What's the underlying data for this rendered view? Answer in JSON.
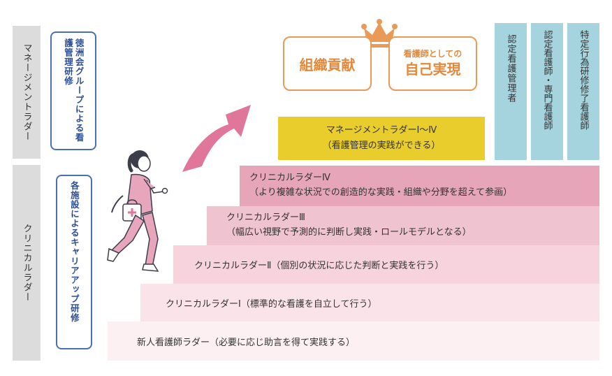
{
  "left_labels": {
    "management": "マネージメントラダー",
    "clinical": "クリニカルラダー"
  },
  "left_programs": {
    "group_training": "徳洲会グループによる看護管理研修",
    "facility_training": "各施設によるキャリアアップ研修"
  },
  "goals": {
    "contribution": "組織貢献",
    "self_small": "看護師としての",
    "self_large": "自己実現"
  },
  "management_ladder": {
    "line1": "マネージメントラダーⅠ〜Ⅳ",
    "line2": "（看護管理の実践ができる）"
  },
  "certifications": [
    "認定看護管理者",
    "認定看護師・専門看護師",
    "特定行為研修修了看護師"
  ],
  "steps": {
    "ladder4_title": "クリニカルラダーⅣ",
    "ladder4_desc": "（より複雑な状況での創造的な実践・組織や分野を超えて参画）",
    "ladder3_title": "クリニカルラダーⅢ",
    "ladder3_desc": "（幅広い視野で予測的に判断し実践・ロールモデルとなる）",
    "ladder2": "クリニカルラダーⅡ（個別の状況に応じた判断と実践を行う）",
    "ladder1": "クリニカルラダーⅠ（標準的な看護を自立して行う）",
    "new_nurse": "新人看護師ラダー（必要に応じ助言を得て実践する）"
  },
  "colors": {
    "goal_orange": "#e99a57",
    "management_yellow": "#e8cd2c",
    "cert_blue": "#a6d4de",
    "arrow_pink": "#e0769a",
    "box_blue": "#4a6fb3",
    "step_new": "#fdf0f3",
    "step_1": "#fbe3ea",
    "step_2": "#f6d3dd",
    "step_3": "#f0c3d1",
    "step_4": "#e7a5b9"
  }
}
